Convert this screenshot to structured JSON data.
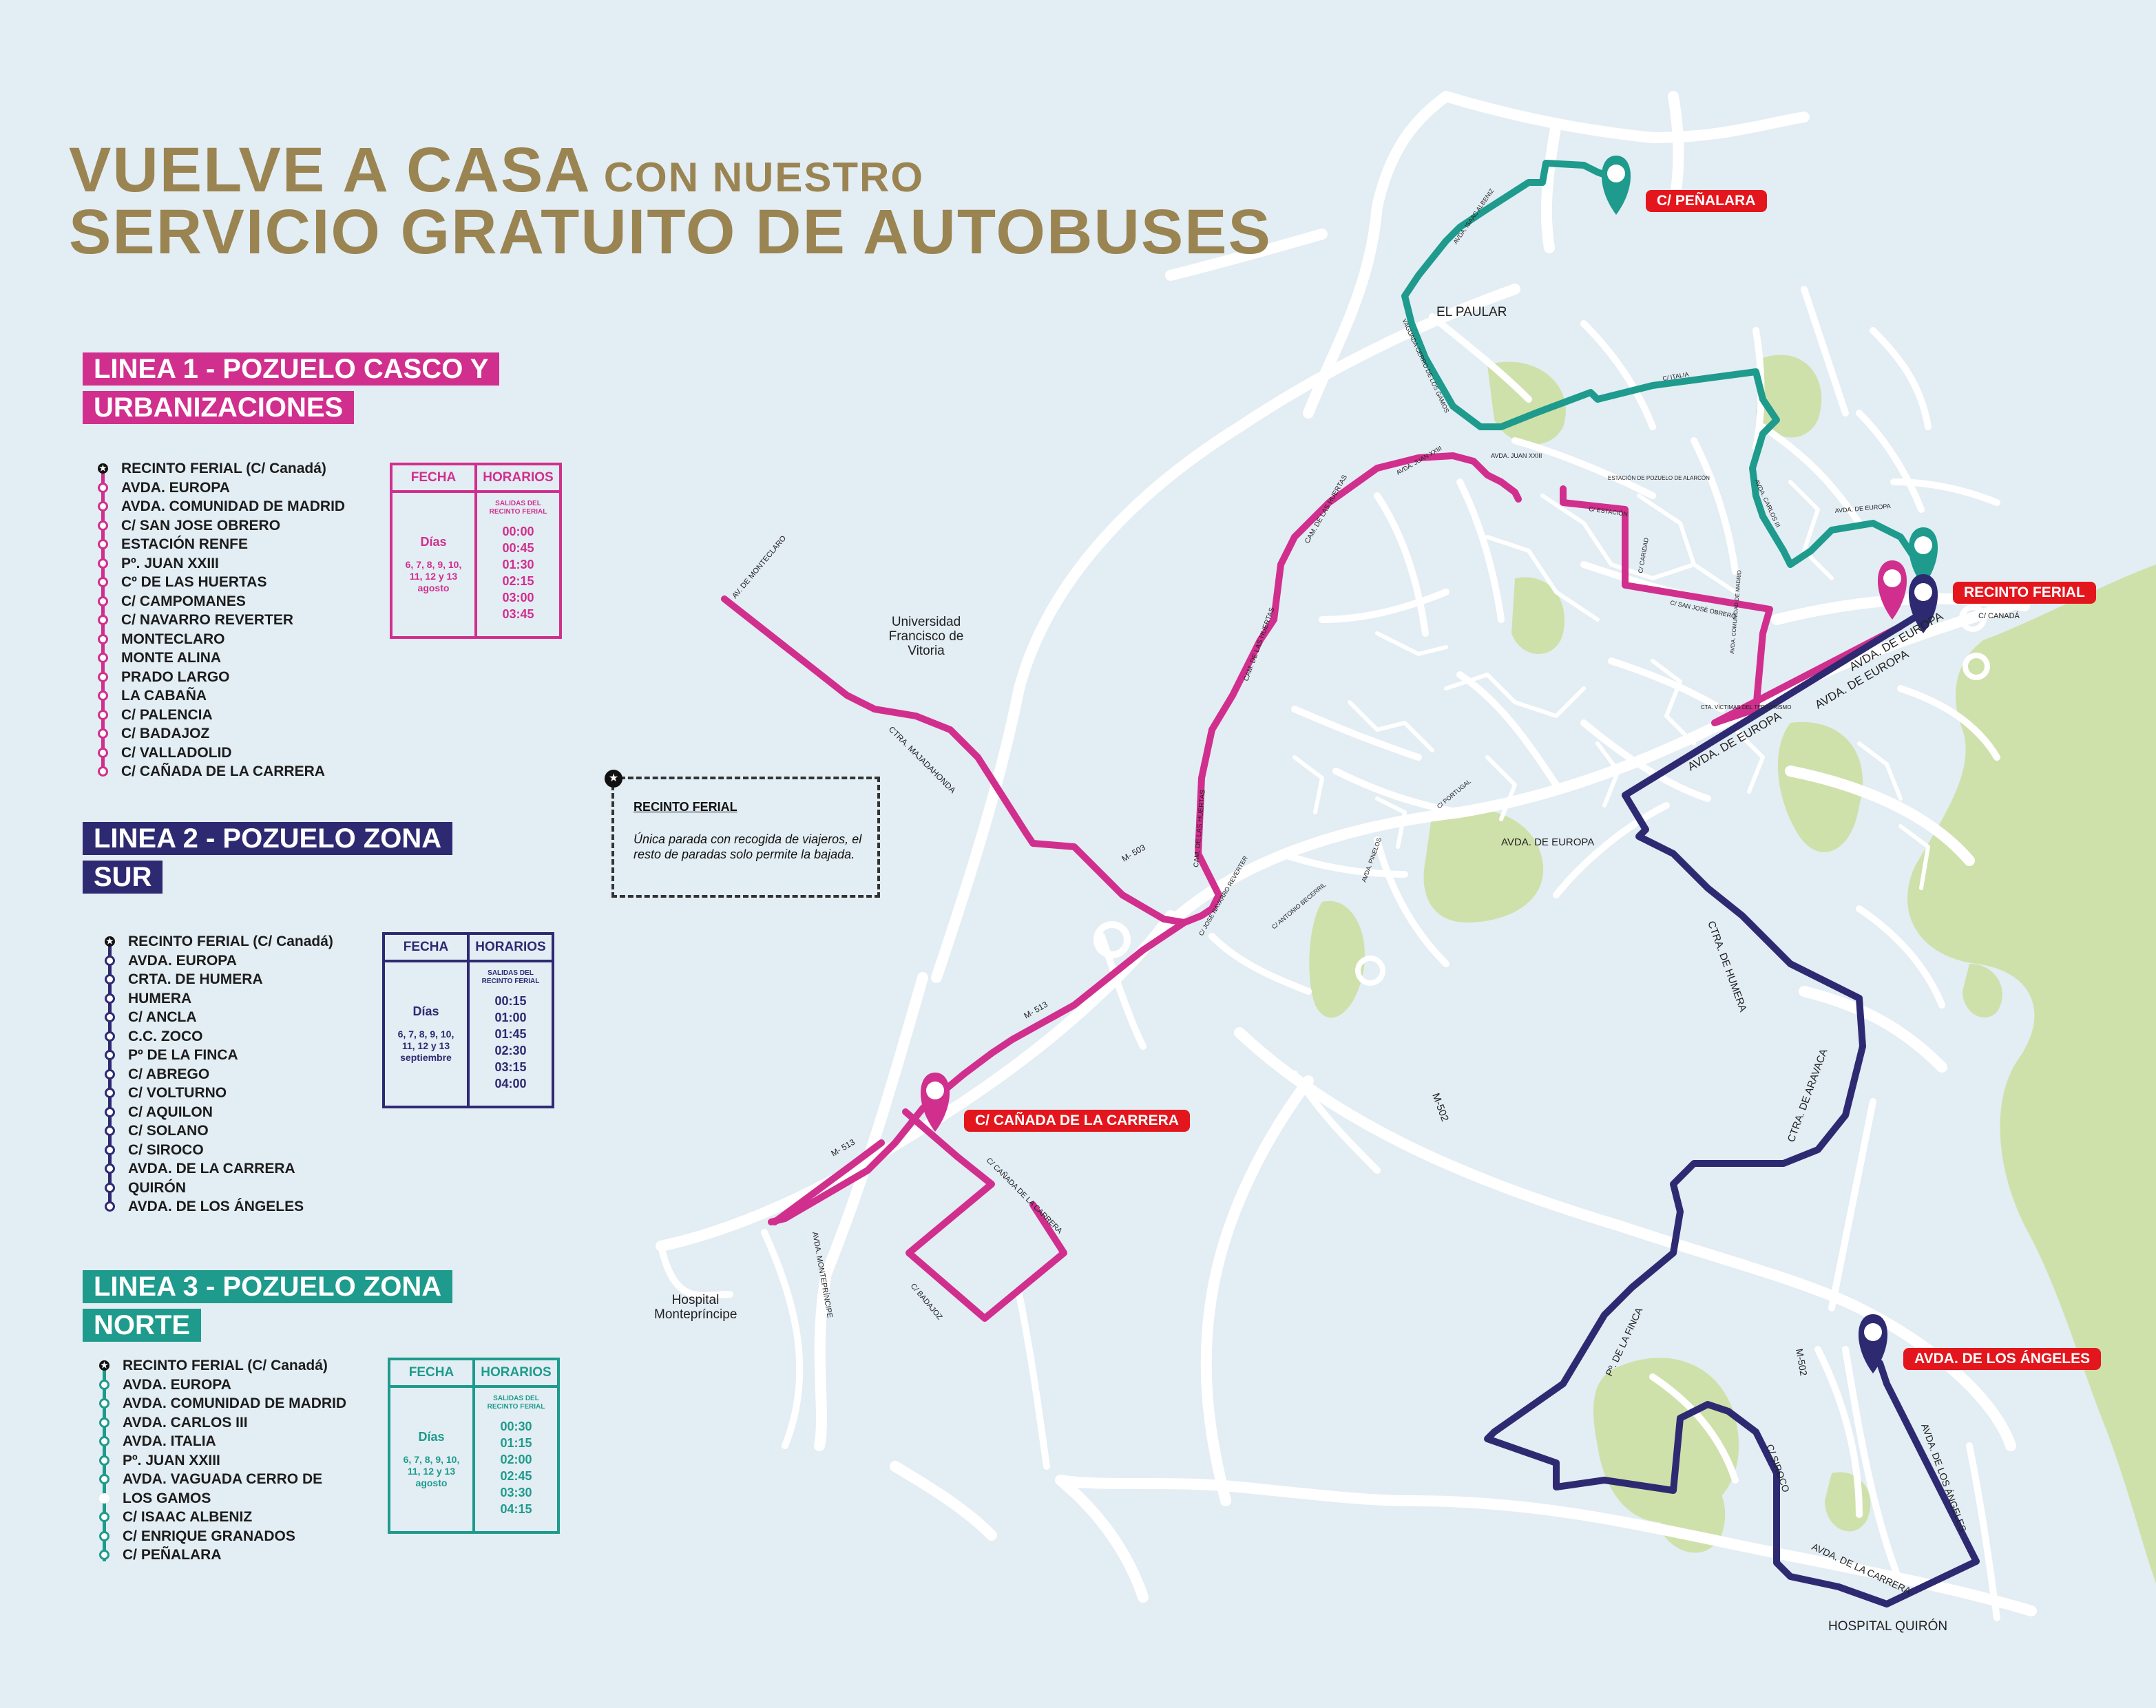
{
  "title": {
    "line1_big": "VUELVE A CASA",
    "line1_small": "CON NUESTRO",
    "line2": "SERVICIO GRATUITO DE AUTOBUSES"
  },
  "colors": {
    "background": "#e3edf4",
    "title_gold": "#9a8451",
    "linea1": "#d12f8e",
    "linea2": "#2e2a72",
    "linea3": "#1e9b8c",
    "label_red": "#e4161d",
    "park_green": "#cfe1aa"
  },
  "lines": [
    {
      "header_1": "LINEA 1 - POZUELO CASCO Y",
      "header_2": "URBANIZACIONES",
      "stops": [
        "RECINTO FERIAL (C/ Canadá)",
        "AVDA. EUROPA",
        "AVDA. COMUNIDAD DE MADRID",
        "C/ SAN JOSE OBRERO",
        "ESTACIÓN RENFE",
        "Pº. JUAN XXIII",
        "Cº DE LAS HUERTAS",
        "C/ CAMPOMANES",
        "C/ NAVARRO REVERTER",
        "MONTECLARO",
        "MONTE ALINA",
        "PRADO LARGO",
        "LA CABAÑA",
        "C/ PALENCIA",
        "C/ BADAJOZ",
        "C/ VALLADOLID",
        "C/ CAÑADA DE LA CARRERA"
      ],
      "schedule": {
        "head_fecha": "FECHA",
        "head_horarios": "HORARIOS",
        "dias_label": "Días",
        "dias": "6, 7, 8, 9, 10, 11, 12 y 13 agosto",
        "subtitle": "SALIDAS DEL RECINTO FERIAL",
        "times": [
          "00:00",
          "00:45",
          "01:30",
          "02:15",
          "03:00",
          "03:45"
        ]
      }
    },
    {
      "header_1": "LINEA 2 - POZUELO ZONA",
      "header_2": "SUR",
      "stops": [
        "RECINTO FERIAL (C/ Canadá)",
        "AVDA. EUROPA",
        "CRTA. DE HUMERA",
        "HUMERA",
        "C/ ANCLA",
        "C.C. ZOCO",
        "Pº DE LA FINCA",
        "C/ ABREGO",
        "C/ VOLTURNO",
        "C/ AQUILON",
        "C/ SOLANO",
        "C/ SIROCO",
        "AVDA. DE LA CARRERA",
        "QUIRÓN",
        "AVDA. DE LOS ÁNGELES"
      ],
      "schedule": {
        "head_fecha": "FECHA",
        "head_horarios": "HORARIOS",
        "dias_label": "Días",
        "dias": "6, 7, 8, 9, 10, 11, 12 y 13 septiembre",
        "subtitle": "SALIDAS DEL RECINTO FERIAL",
        "times": [
          "00:15",
          "01:00",
          "01:45",
          "02:30",
          "03:15",
          "04:00"
        ]
      }
    },
    {
      "header_1": "LINEA 3 - POZUELO ZONA",
      "header_2": "NORTE",
      "stops": [
        "RECINTO FERIAL (C/ Canadá)",
        "AVDA. EUROPA",
        "AVDA. COMUNIDAD DE MADRID",
        "AVDA. CARLOS III",
        "AVDA. ITALIA",
        "Pº. JUAN XXIII",
        "AVDA. VAGUADA CERRO DE",
        "LOS GAMOS",
        "C/ ISAAC ALBENIZ",
        "C/ ENRIQUE GRANADOS",
        "C/ PEÑALARA"
      ],
      "schedule": {
        "head_fecha": "FECHA",
        "head_horarios": "HORARIOS",
        "dias_label": "Días",
        "dias": "6, 7, 8, 9, 10, 11, 12 y 13 agosto",
        "subtitle": "SALIDAS DEL RECINTO FERIAL",
        "times": [
          "00:30",
          "01:15",
          "02:00",
          "02:45",
          "03:30",
          "04:15"
        ]
      }
    }
  ],
  "note": {
    "title": "RECINTO FERIAL",
    "body": "Única parada con recogida de viajeros, el resto de paradas solo permite la bajada."
  },
  "map_labels": {
    "stop_penalara": "C/ PEÑALARA",
    "stop_recinto": "RECINTO FERIAL",
    "stop_canada": "C/ CAÑADA DE LA CARRERA",
    "stop_angeles": "AVDA. DE LOS ÁNGELES",
    "el_paular": "EL PAULAR",
    "universidad": "Universidad Francisco de Vitoria",
    "hospital_monte": "Hospital Montepríncipe",
    "hospital_quiron": "HOSPITAL QUIRÓN",
    "c_canada_small": "C/ CANADÁ",
    "avda_europa_1": "AVDA. DE EUROPA",
    "avda_europa_2": "AVDA. DE EUROPA",
    "avda_europa_3": "AVDA. DE EUROPA",
    "avda_europa_4": "AVDA. DE EUROPA",
    "ctra_humera": "CTRA. DE HUMERA",
    "ctra_aravaca": "CTRA. DE ARAVACA",
    "m502_a": "M-502",
    "m502_b": "M-502",
    "m503": "M- 503",
    "m513": "M- 513",
    "m513b": "M- 513",
    "p_finca": "Pº. DE LA FINCA",
    "c_siroco": "C/ SIROCO",
    "avda_carrera": "AVDA. DE LA CARRERA",
    "avda_angeles": "AVDA. DE LOS ÁNGELES",
    "ctra_majadahonda": "CTRA. MAJADAHONDA",
    "av_monteclaro": "AV. DE MONTECLARO",
    "c_canada_carrera": "C/ CAÑADA DE LA CARRERA",
    "c_badajoz": "C/ BADAJOZ",
    "avda_montepr": "AVDA. MONTEPRÍNCIPE",
    "cam_huertas_1": "CAM. DE LAS HUERTAS",
    "cam_huertas_2": "CAM. DE LAS HUERTAS",
    "cam_huertas_3": "CAM. DE LAS HUERTAS",
    "c_navarro": "C/ JOSÉ NAVARRO REVERTER",
    "c_antonio": "C/ ANTONIO BECERRIL",
    "avda_pinar": "AVDA. PINELOS",
    "c_portugal": "C/ PORTUGAL",
    "avda_juan": "AVDA. JUAN XXIII",
    "avda_juan2": "AVDA. JUAN XXIII",
    "c_estacion": "C/ ESTACIÓN",
    "c_sanjose": "C/ SAN JOSÉ OBRERO",
    "c_italia": "C/ ITALIA",
    "avda_carlos": "AVDA. CARLOS III",
    "avda_isaac": "AVDA. ISAAC ALBENIZ",
    "vaguada": "VAGUADA CERRO DE LOS GAMOS",
    "estacion_pozuelo": "ESTACIÓN DE POZUELO DE ALARCÓN",
    "c_carida": "C/ CARIDAD",
    "avda_comunidad": "AVDA. COMUNIDAD DE MADRID",
    "avda_europa_small": "AVDA. DE EUROPA",
    "cta_victimas": "CTA. VÍCTIMAS DEL TERRORISMO"
  }
}
